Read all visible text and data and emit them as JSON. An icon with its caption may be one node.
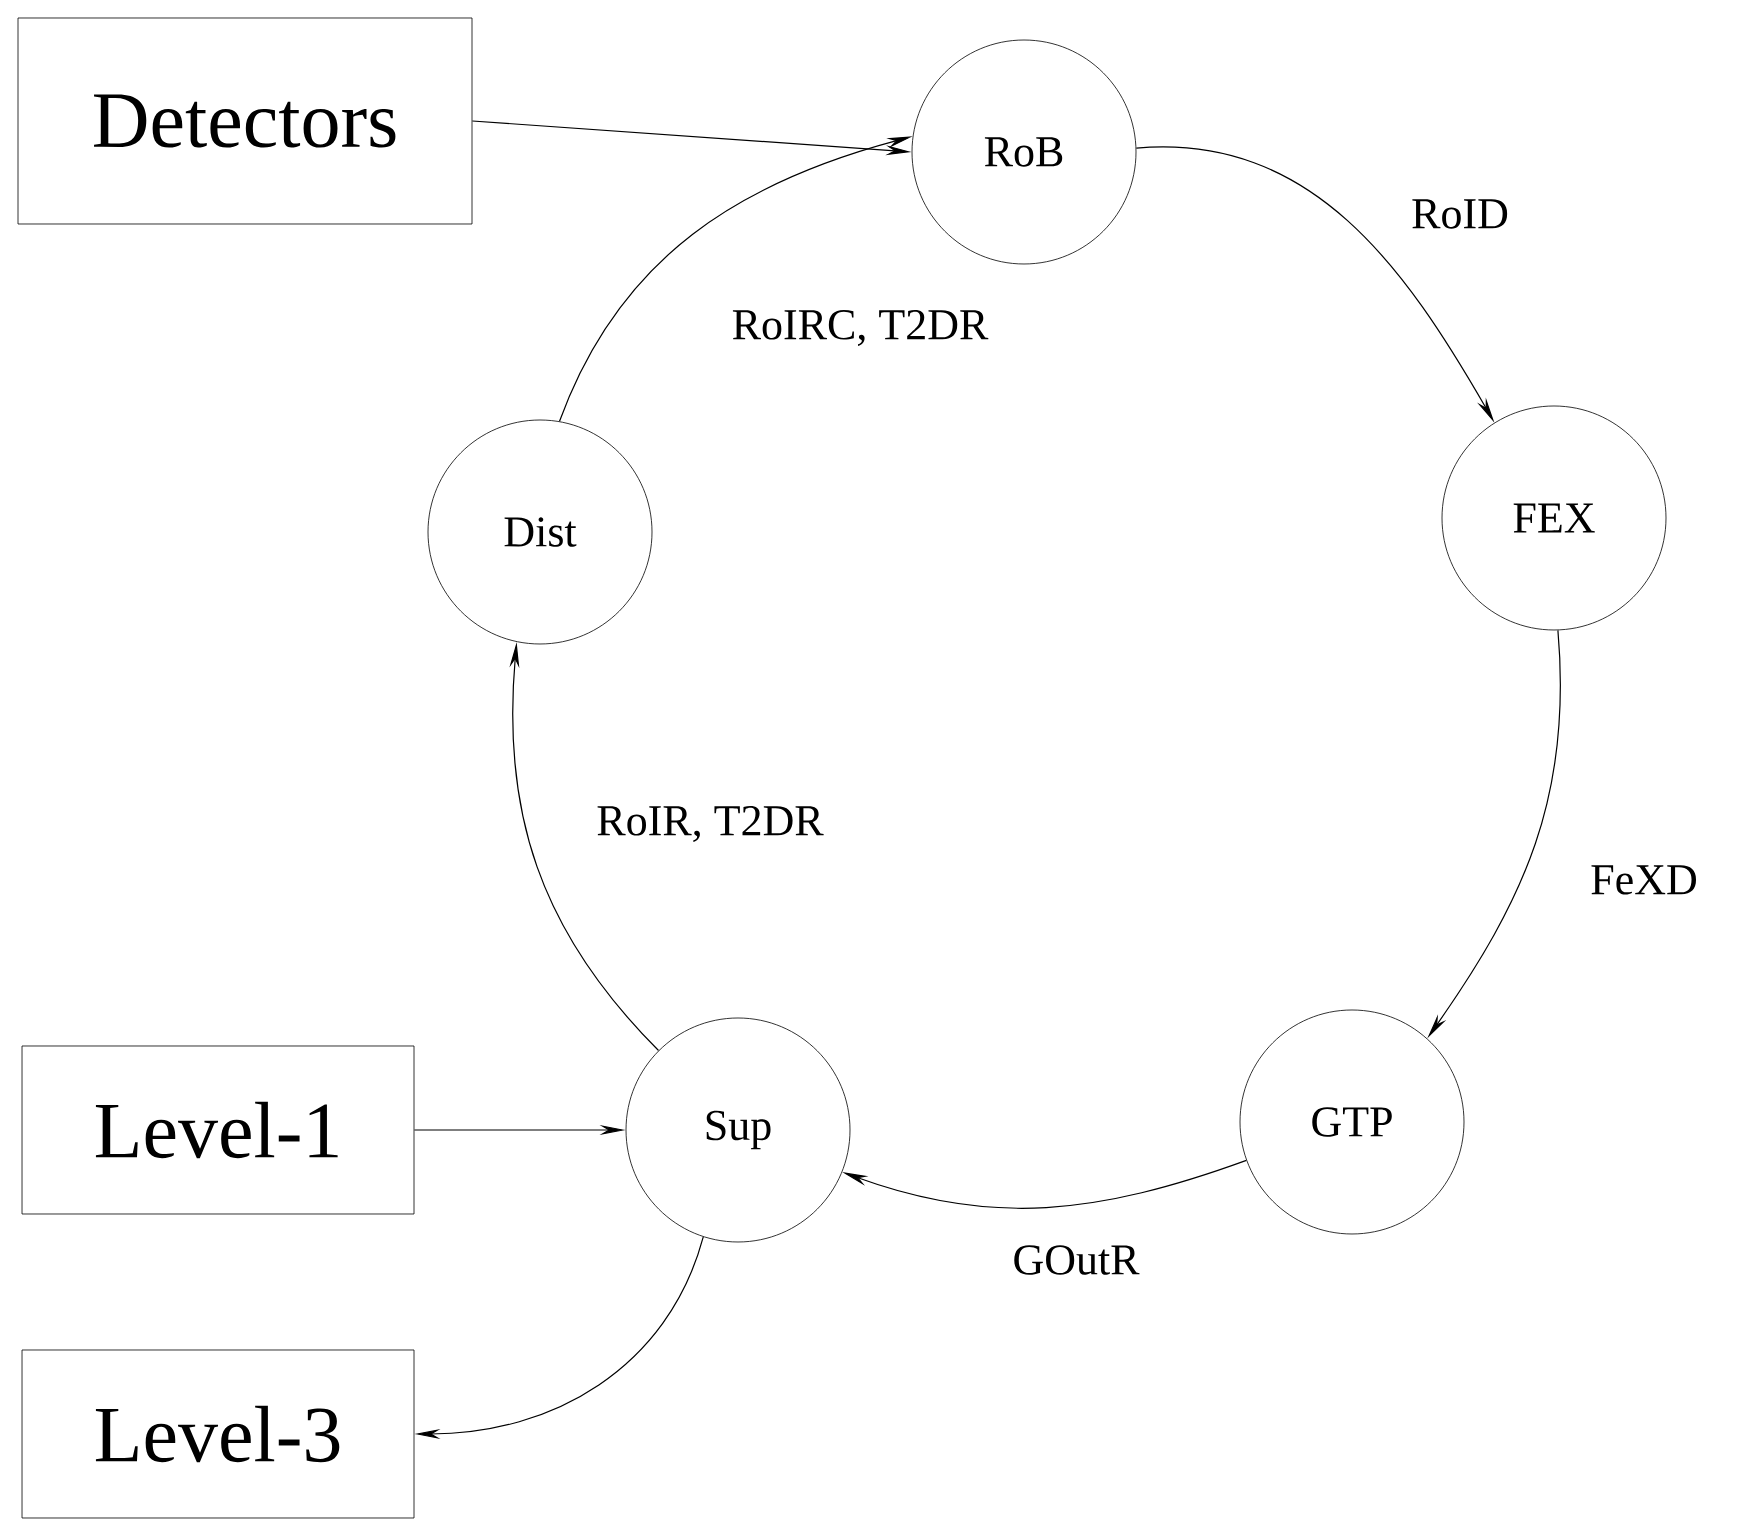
{
  "diagram": {
    "nodes": [
      {
        "text": [
          "Detectors"
        ]
      },
      {
        "text": [
          "RoB"
        ]
      },
      {
        "text": [
          "FEX"
        ]
      },
      {
        "text": [
          "GTP"
        ]
      },
      {
        "text": [
          "Sup"
        ]
      },
      {
        "text": [
          "Dist"
        ]
      },
      {
        "text": [
          "Level-1"
        ]
      },
      {
        "text": [
          "Level-3"
        ]
      }
    ],
    "edges": [
      {
        "from": 0,
        "to": 1,
        "arrow": "to"
      },
      {
        "from": 5,
        "to": 1,
        "arrow": "to",
        "label": "RoIRC, T2DR"
      },
      {
        "from": 1,
        "to": 2,
        "arrow": "to",
        "label": "RoID"
      },
      {
        "from": 2,
        "to": 3,
        "arrow": "to",
        "label": "FeXD"
      },
      {
        "from": 3,
        "to": 4,
        "arrow": "to",
        "label": "GOutR"
      },
      {
        "from": 4,
        "to": 5,
        "arrow": "to",
        "label": "RoIR, T2DR"
      },
      {
        "from": 6,
        "to": 4,
        "arrow": "to"
      },
      {
        "from": 4,
        "to": 7,
        "arrow": "to"
      }
    ]
  }
}
